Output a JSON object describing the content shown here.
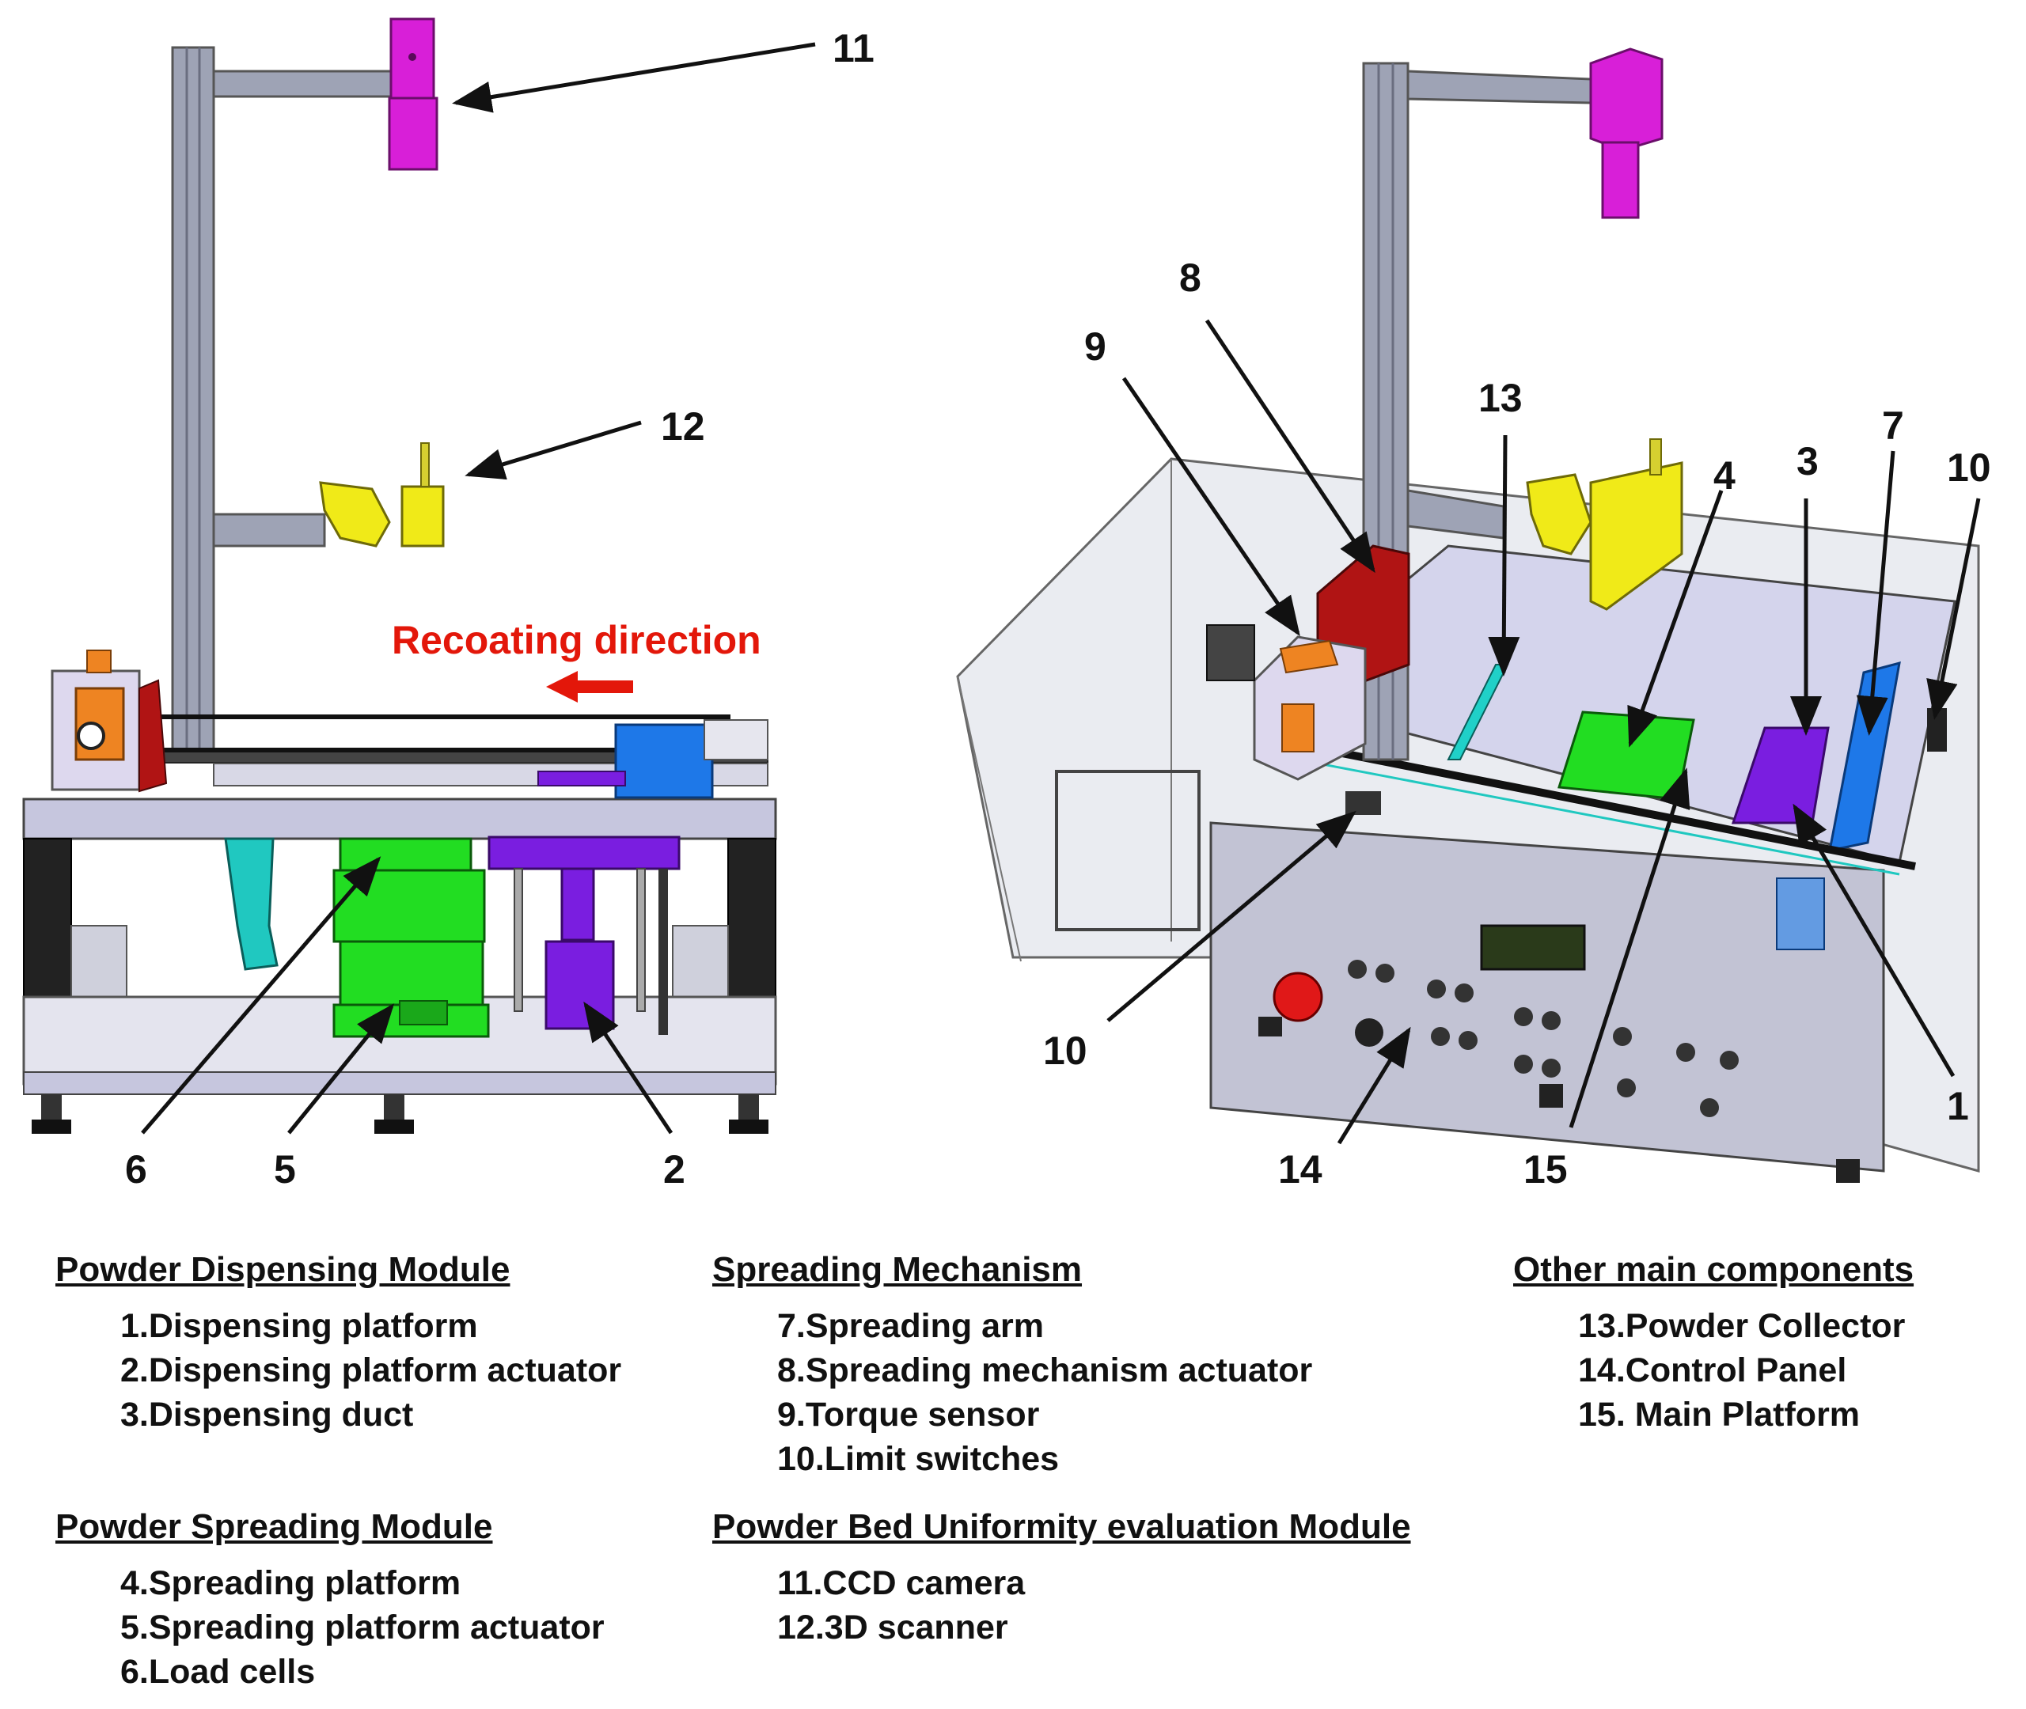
{
  "callouts": {
    "c1": "1",
    "c2": "2",
    "c3": "3",
    "c4": "4",
    "c5": "5",
    "c6": "6",
    "c7": "7",
    "c8": "8",
    "c9": "9",
    "c10a": "10",
    "c10b": "10",
    "c11": "11",
    "c12": "12",
    "c13": "13",
    "c14": "14",
    "c15": "15"
  },
  "recoating_label": "Recoating direction",
  "colors": {
    "frame": "#9ea3b5",
    "platform": "#c6c6de",
    "ccd_camera": "#d81fd8",
    "scanner": "#f0ea18",
    "spreading_platform": "#22dd22",
    "dispensing": "#7a1ee0",
    "spreading_arm": "#1e78e8",
    "actuator_red": "#b01414",
    "torque_sensor": "#ee8422",
    "collector": "#20d0c8",
    "recoating_text": "#e3170a"
  },
  "legend": {
    "dispensing": {
      "heading": "Powder Dispensing Module",
      "items": [
        "1.Dispensing platform",
        "2.Dispensing platform actuator",
        "3.Dispensing duct"
      ]
    },
    "spreading_module": {
      "heading": "Powder Spreading Module",
      "items": [
        "4.Spreading platform",
        "5.Spreading platform actuator",
        "6.Load cells"
      ]
    },
    "spreading_mechanism": {
      "heading": "Spreading Mechanism",
      "items": [
        "7.Spreading arm",
        "8.Spreading mechanism actuator",
        "9.Torque sensor",
        "10.Limit switches"
      ]
    },
    "uniformity": {
      "heading": "Powder Bed Uniformity evaluation Module",
      "items": [
        "11.CCD camera",
        "12.3D scanner"
      ]
    },
    "other": {
      "heading": "Other main components",
      "items": [
        "13.Powder Collector",
        "14.Control Panel",
        "15. Main Platform"
      ]
    }
  }
}
